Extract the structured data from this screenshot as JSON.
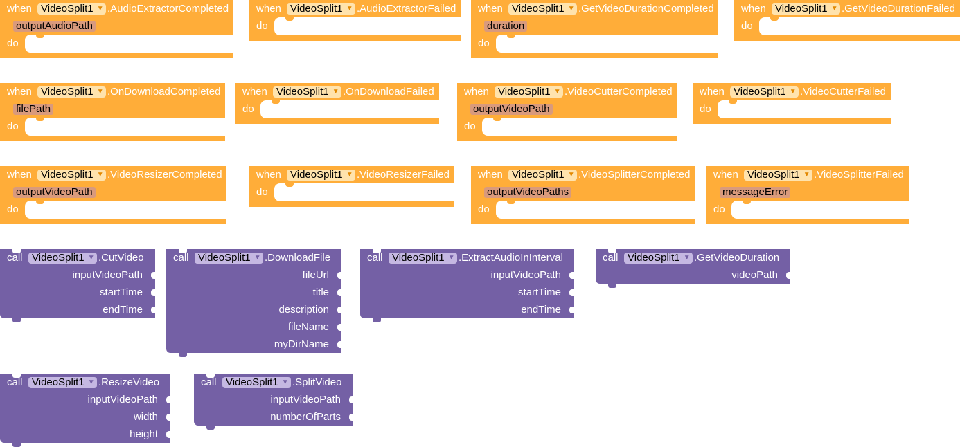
{
  "keywords": {
    "when": "when",
    "do": "do",
    "call": "call"
  },
  "component": "VideoSplit1",
  "events": [
    {
      "name": ".AudioExtractorCompleted",
      "param": "outputAudioPath"
    },
    {
      "name": ".AudioExtractorFailed",
      "param": ""
    },
    {
      "name": ".GetVideoDurationCompleted",
      "param": "duration"
    },
    {
      "name": ".GetVideoDurationFailed",
      "param": ""
    },
    {
      "name": ".OnDownloadCompleted",
      "param": "filePath"
    },
    {
      "name": ".OnDownloadFailed",
      "param": ""
    },
    {
      "name": ".VideoCutterCompleted",
      "param": "outputVideoPath"
    },
    {
      "name": ".VideoCutterFailed",
      "param": ""
    },
    {
      "name": ".VideoResizerCompleted",
      "param": "outputVideoPath"
    },
    {
      "name": ".VideoResizerFailed",
      "param": ""
    },
    {
      "name": ".VideoSplitterCompleted",
      "param": "outputVideoPaths"
    },
    {
      "name": ".VideoSplitterFailed",
      "param": "messageError"
    }
  ],
  "methods": [
    {
      "name": ".CutVideo",
      "args": [
        "inputVideoPath",
        "startTime",
        "endTime"
      ]
    },
    {
      "name": ".DownloadFile",
      "args": [
        "fileUrl",
        "title",
        "description",
        "fileName",
        "myDirName"
      ]
    },
    {
      "name": ".ExtractAudioInInterval",
      "args": [
        "inputVideoPath",
        "startTime",
        "endTime"
      ]
    },
    {
      "name": ".GetVideoDuration",
      "args": [
        "videoPath"
      ]
    },
    {
      "name": ".ResizeVideo",
      "args": [
        "inputVideoPath",
        "width",
        "height"
      ]
    },
    {
      "name": ".SplitVideo",
      "args": [
        "inputVideoPath",
        "numberOfParts"
      ]
    }
  ],
  "colors": {
    "event": "#ffad39",
    "method": "#7460a5",
    "paramChip": "#d99a7c"
  }
}
